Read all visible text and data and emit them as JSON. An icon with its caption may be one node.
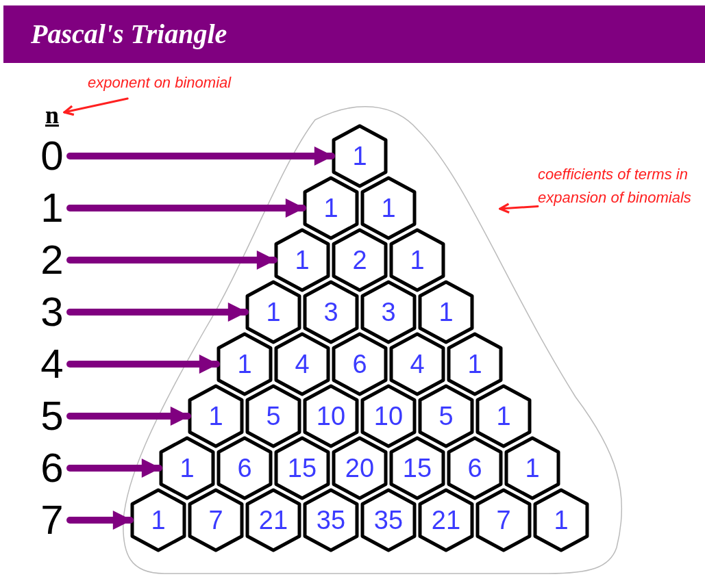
{
  "diagram": {
    "title": "Pascal's Triangle",
    "nodes": [
      {
        "text": [
          "exponent on binomial"
        ]
      },
      {
        "text": [
          "n"
        ]
      },
      {
        "text": [
          "0"
        ]
      },
      {
        "text": [
          "1"
        ]
      },
      {
        "text": [
          "2"
        ]
      },
      {
        "text": [
          "3"
        ]
      },
      {
        "text": [
          "4"
        ]
      },
      {
        "text": [
          "5"
        ]
      },
      {
        "text": [
          "6"
        ]
      },
      {
        "text": [
          "7"
        ]
      },
      {
        "text": [
          "coefficients of terms in expansion of binomials"
        ]
      },
      {
        "text": [
          "1"
        ]
      },
      {
        "text": [
          "1"
        ]
      },
      {
        "text": [
          "1"
        ]
      },
      {
        "text": [
          "1"
        ]
      },
      {
        "text": [
          "2"
        ]
      },
      {
        "text": [
          "1"
        ]
      },
      {
        "text": [
          "1"
        ]
      },
      {
        "text": [
          "3"
        ]
      },
      {
        "text": [
          "3"
        ]
      },
      {
        "text": [
          "1"
        ]
      },
      {
        "text": [
          "1"
        ]
      },
      {
        "text": [
          "4"
        ]
      },
      {
        "text": [
          "6"
        ]
      },
      {
        "text": [
          "4"
        ]
      },
      {
        "text": [
          "1"
        ]
      },
      {
        "text": [
          "1"
        ]
      },
      {
        "text": [
          "5"
        ]
      },
      {
        "text": [
          "10"
        ]
      },
      {
        "text": [
          "10"
        ]
      },
      {
        "text": [
          "5"
        ]
      },
      {
        "text": [
          "1"
        ]
      },
      {
        "text": [
          "1"
        ]
      },
      {
        "text": [
          "6"
        ]
      },
      {
        "text": [
          "15"
        ]
      },
      {
        "text": [
          "20"
        ]
      },
      {
        "text": [
          "15"
        ]
      },
      {
        "text": [
          "6"
        ]
      },
      {
        "text": [
          "1"
        ]
      },
      {
        "text": [
          "1"
        ]
      },
      {
        "text": [
          "7"
        ]
      },
      {
        "text": [
          "21"
        ]
      },
      {
        "text": [
          "35"
        ]
      },
      {
        "text": [
          "35"
        ]
      },
      {
        "text": [
          "21"
        ]
      },
      {
        "text": [
          "7"
        ]
      },
      {
        "text": [
          "1"
        ]
      }
    ],
    "edges": [
      {
        "from": 0,
        "to": 1,
        "arrow": "to",
        "color": "#ff2020"
      },
      {
        "from": 2,
        "to": 11,
        "arrow": "to"
      },
      {
        "from": 3,
        "to": 12,
        "arrow": "to"
      },
      {
        "from": 4,
        "to": 14,
        "arrow": "to"
      },
      {
        "from": 5,
        "to": 17,
        "arrow": "to"
      },
      {
        "from": 6,
        "to": 21,
        "arrow": "to"
      },
      {
        "from": 7,
        "to": 26,
        "arrow": "to"
      },
      {
        "from": 8,
        "to": 32,
        "arrow": "to"
      },
      {
        "from": 9,
        "to": 39,
        "arrow": "to"
      },
      {
        "from": 10,
        "to": null,
        "arrow": "to",
        "color": "#ff2020"
      }
    ]
  }
}
